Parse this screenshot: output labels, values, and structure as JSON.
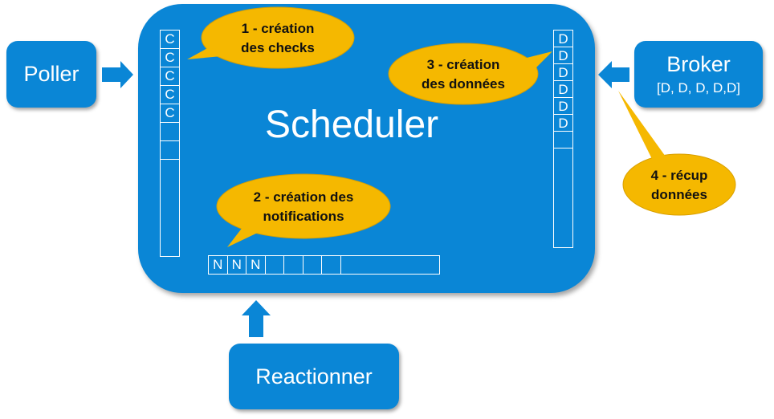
{
  "nodes": {
    "scheduler": "Scheduler",
    "poller": "Poller",
    "broker": "Broker",
    "broker_sub": "[D, D, D, D,D]",
    "reactionner": "Reactionner"
  },
  "queues": {
    "checks": [
      "C",
      "C",
      "C",
      "C",
      "C",
      "",
      "",
      ""
    ],
    "data": [
      "D",
      "D",
      "D",
      "D",
      "D",
      "D",
      "",
      ""
    ],
    "notifications": [
      "N",
      "N",
      "N",
      "",
      "",
      "",
      "",
      ""
    ]
  },
  "bubbles": {
    "b1": [
      "1 - création",
      "des checks"
    ],
    "b2": [
      "2 - création des",
      "notifications"
    ],
    "b3": [
      "3 - création",
      "des données"
    ],
    "b4": [
      "4 - récup",
      "données"
    ]
  },
  "colors": {
    "box": "#0a86d6",
    "bubble": "#f5b800",
    "arrow": "#0a86d6"
  }
}
